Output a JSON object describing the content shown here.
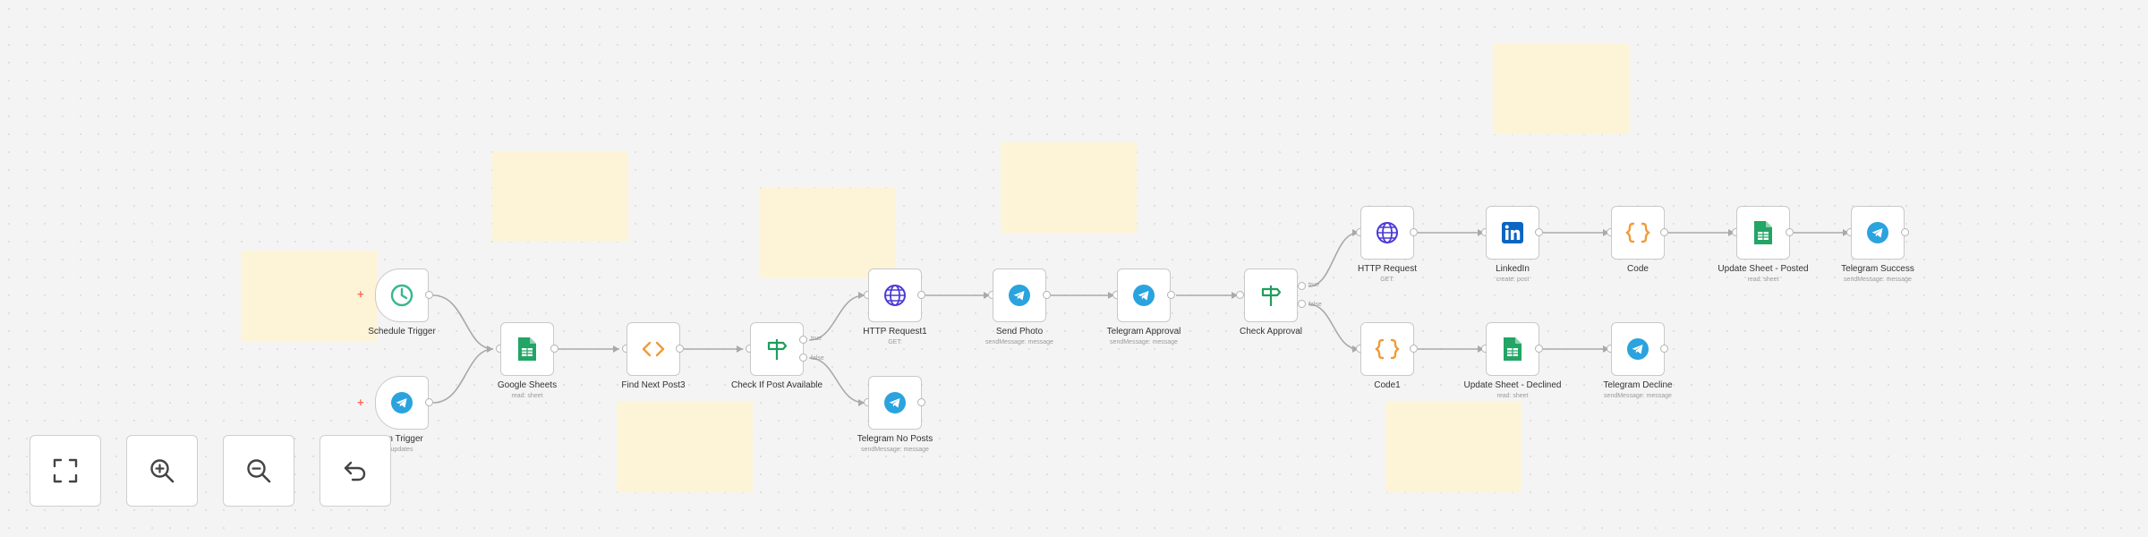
{
  "canvas": {
    "background": "#f4f4f4",
    "sticky_color": "#fdf3d7"
  },
  "branch_labels": {
    "true": "true",
    "false": "false"
  },
  "nodes": {
    "schedule_trigger": {
      "title": "Schedule Trigger",
      "subtitle": "",
      "icon": "clock-icon"
    },
    "telegram_trigger": {
      "title": "am Trigger",
      "subtitle": "updates",
      "icon": "telegram-icon"
    },
    "google_sheets": {
      "title": "Google Sheets",
      "subtitle": "read: sheet",
      "icon": "google-sheets-icon"
    },
    "find_next_post": {
      "title": "Find Next Post3",
      "subtitle": "",
      "icon": "code-brackets-icon"
    },
    "check_if_post_available": {
      "title": "Check If Post Available",
      "subtitle": "",
      "icon": "signpost-icon"
    },
    "http_request1": {
      "title": "HTTP Request1",
      "subtitle": "GET:",
      "icon": "globe-icon"
    },
    "telegram_no_posts": {
      "title": "Telegram No Posts",
      "subtitle": "sendMessage: message",
      "icon": "telegram-icon"
    },
    "send_photo": {
      "title": "Send Photo",
      "subtitle": "sendMessage: message",
      "icon": "telegram-icon"
    },
    "telegram_approval": {
      "title": "Telegram Approval",
      "subtitle": "sendMessage: message",
      "icon": "telegram-icon"
    },
    "check_approval": {
      "title": "Check Approval",
      "subtitle": "",
      "icon": "signpost-icon"
    },
    "http_request": {
      "title": "HTTP Request",
      "subtitle": "GET:",
      "icon": "globe-icon"
    },
    "linkedin": {
      "title": "LinkedIn",
      "subtitle": "create: post",
      "icon": "linkedin-icon"
    },
    "code": {
      "title": "Code",
      "subtitle": "",
      "icon": "curly-braces-icon"
    },
    "update_sheet_posted": {
      "title": "Update Sheet - Posted",
      "subtitle": "read: sheet",
      "icon": "google-sheets-icon"
    },
    "telegram_success": {
      "title": "Telegram Success",
      "subtitle": "sendMessage: message",
      "icon": "telegram-icon"
    },
    "code1": {
      "title": "Code1",
      "subtitle": "",
      "icon": "curly-braces-icon"
    },
    "update_sheet_declined": {
      "title": "Update Sheet - Declined",
      "subtitle": "read: sheet",
      "icon": "google-sheets-icon"
    },
    "telegram_decline": {
      "title": "Telegram Decline",
      "subtitle": "sendMessage: message",
      "icon": "telegram-icon"
    }
  },
  "controls": [
    {
      "name": "fit-view-button",
      "icon": "fullscreen-corners-icon"
    },
    {
      "name": "zoom-in-button",
      "icon": "zoom-in-icon"
    },
    {
      "name": "zoom-out-button",
      "icon": "zoom-out-icon"
    },
    {
      "name": "reset-zoom-button",
      "icon": "undo-arrow-icon"
    }
  ],
  "colors": {
    "telegram": "#2aa3df",
    "sheets": "#22a565",
    "code": "#f29a38",
    "globe": "#4a3ad8",
    "linkedin": "#0a66c2",
    "signpost": "#1f9e5c",
    "clock": "#35b88a",
    "trigger_plus": "#ff6d5a"
  }
}
